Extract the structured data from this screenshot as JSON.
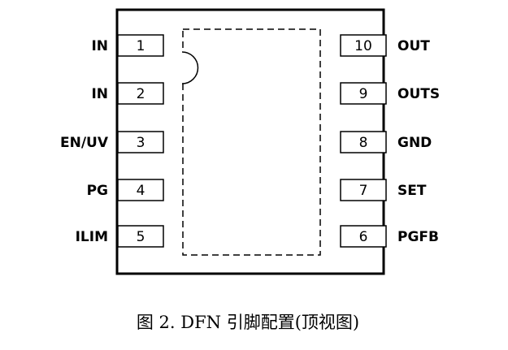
{
  "diagram": {
    "left_pins": [
      {
        "number": "1",
        "label": "IN"
      },
      {
        "number": "2",
        "label": "IN"
      },
      {
        "number": "3",
        "label": "EN/UV"
      },
      {
        "number": "4",
        "label": "PG"
      },
      {
        "number": "5",
        "label": "ILIM"
      }
    ],
    "right_pins": [
      {
        "number": "10",
        "label": "OUT"
      },
      {
        "number": "9",
        "label": "OUTS"
      },
      {
        "number": "8",
        "label": "GND"
      },
      {
        "number": "7",
        "label": "SET"
      },
      {
        "number": "6",
        "label": "PGFB"
      }
    ],
    "caption": "图 2. DFN 引脚配置(顶视图)"
  }
}
